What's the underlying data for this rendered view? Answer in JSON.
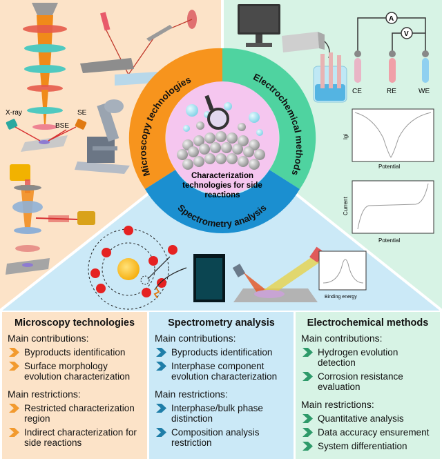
{
  "center": {
    "line1": "Characterization",
    "line2": "technologies for side",
    "line3": "reactions"
  },
  "ring": {
    "micro": "Microscopy technologies",
    "echem": "Electrochemical methods",
    "spec": "Spectrometry analysis"
  },
  "labels": {
    "xray": "X-ray",
    "bse": "BSE",
    "se": "SE",
    "ce": "CE",
    "re": "RE",
    "we": "WE",
    "ammeter": "A",
    "voltmeter": "V",
    "chart1_y": "lgi",
    "chart1_x": "Potential",
    "chart2_y": "Current",
    "chart2_x": "Potential",
    "binding": "Binding energy"
  },
  "panels": {
    "micro": {
      "title": "Microscopy technologies",
      "contrib_label": "Main contributions:",
      "contributions": [
        "Byproducts identification",
        "Surface morphology evolution characterization"
      ],
      "restrict_label": "Main restrictions:",
      "restrictions": [
        "Restricted characterization region",
        "Indirect characterization for side reactions"
      ]
    },
    "spec": {
      "title": "Spectrometry analysis",
      "contrib_label": "Main contributions:",
      "contributions": [
        "Byproducts identification",
        "Interphase component evolution characterization"
      ],
      "restrict_label": "Main restrictions:",
      "restrictions": [
        "Interphase/bulk phase distinction",
        "Composition analysis restriction"
      ]
    },
    "echem": {
      "title": "Electrochemical methods",
      "contrib_label": "Main contributions:",
      "contributions": [
        "Hydrogen evolution detection",
        "Corrosion resistance evaluation"
      ],
      "restrict_label": "Main restrictions:",
      "restrictions": [
        "Quantitative analysis",
        "Data accuracy ensurement",
        "System differentiation"
      ]
    }
  },
  "colors": {
    "micro_bg": "#fce3c8",
    "spec_bg": "#cbe9f7",
    "echem_bg": "#d7f3e5",
    "micro_ring": "#f7941d",
    "spec_ring": "#1b8fd0",
    "echem_ring": "#4fd3a0",
    "chev_micro": "#f29a2e",
    "chev_spec": "#1f7ea8",
    "chev_echem": "#2e9a6a"
  }
}
